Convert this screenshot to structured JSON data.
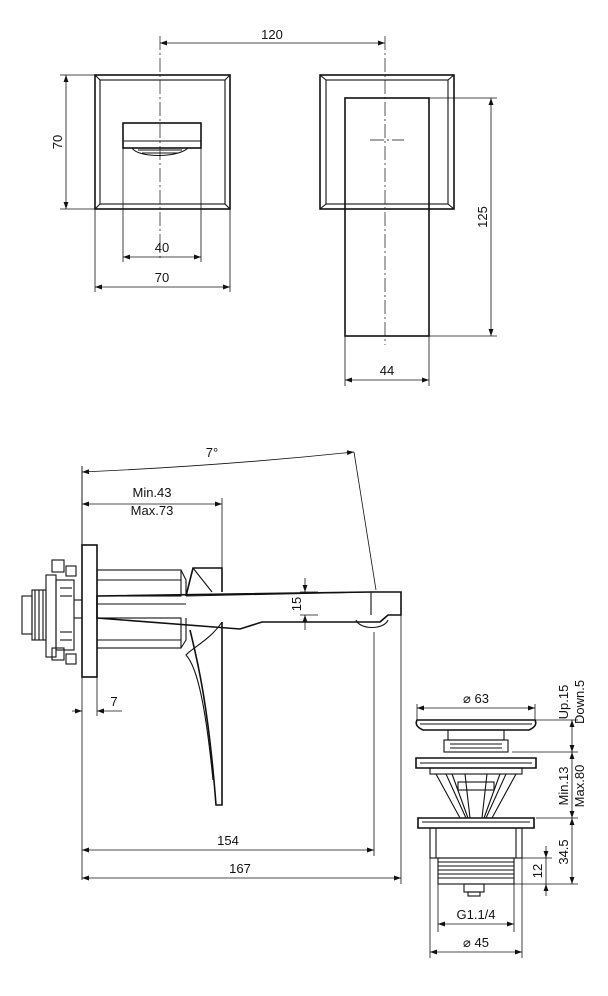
{
  "top_dimensions": {
    "spacing": "120",
    "plate_height": "70",
    "plate_width": "70",
    "lever_width": "40",
    "spout_length": "125",
    "spout_width": "44"
  },
  "side_dimensions": {
    "angle": "7°",
    "depth_min": "Min.43",
    "depth_max": "Max.73",
    "spout_thickness": "15",
    "plate_thickness": "7",
    "reach_inner": "154",
    "reach_total": "167"
  },
  "drain_dimensions": {
    "cap_diameter": "⌀ 63",
    "stroke_up": "Up.15",
    "stroke_down": "Down.5",
    "body_min": "Min.13",
    "body_max": "Max.80",
    "lower_height": "34.5",
    "thread_height": "12",
    "thread_size": "G1.1/4",
    "bottom_diameter": "⌀ 45"
  }
}
